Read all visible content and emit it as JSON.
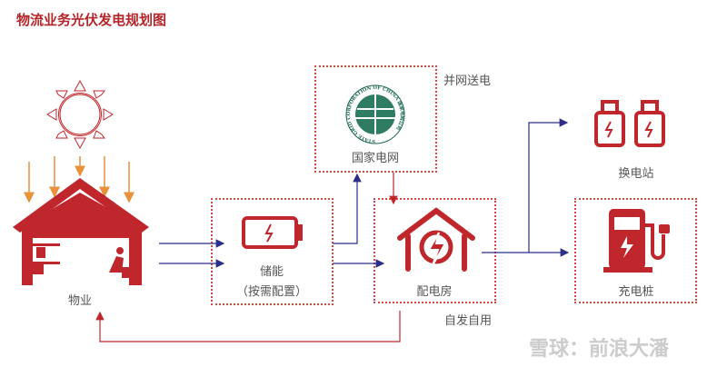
{
  "title": "物流业务光伏发电规划图",
  "nodes": {
    "property": "物业",
    "storage": "储能",
    "storage_note": "（按需配置）",
    "grid": "国家电网",
    "power_room": "配电房",
    "swap_station": "换电站",
    "charging_pile": "充电桩"
  },
  "flows": {
    "grid_feed": "并网送电",
    "self_use": "自发自用"
  },
  "grid_logo_text": "STATE GRID CORPORATION OF CHINA 国家电网公司",
  "watermark": "雪球：前浪大潘",
  "colors": {
    "red": "#c0272d",
    "blue": "#2b2f8a",
    "orange": "#e8913a",
    "box": "#d6473f"
  }
}
